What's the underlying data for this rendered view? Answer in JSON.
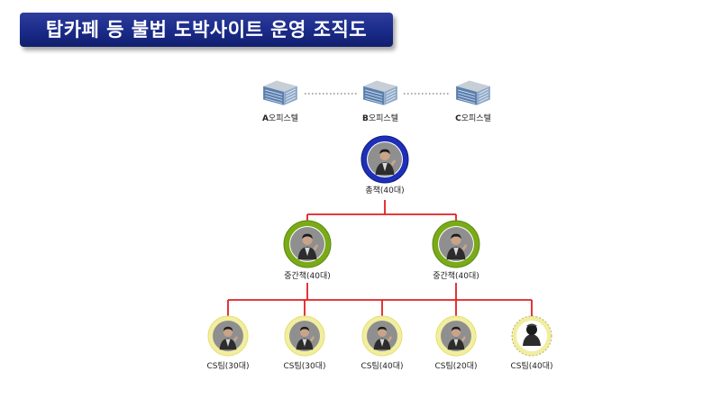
{
  "title": "탑카페 등 불법 도박사이트 운영 조직도",
  "offices": [
    {
      "label_bold": "A",
      "label_rest": "오피스텔"
    },
    {
      "label_bold": "B",
      "label_rest": "오피스텔"
    },
    {
      "label_bold": "C",
      "label_rest": "오피스텔"
    }
  ],
  "boss": {
    "label": "총책(40대)"
  },
  "middle": [
    {
      "label": "중간책(40대)"
    },
    {
      "label": "중간책(40대)"
    }
  ],
  "cs_teams": [
    {
      "label": "CS팀(30대)"
    },
    {
      "label": "CS팀(30대)"
    },
    {
      "label": "CS팀(40대)"
    },
    {
      "label": "CS팀(20대)"
    },
    {
      "label": "CS팀(40대)"
    }
  ],
  "colors": {
    "title_bg": "#1a2a88",
    "connector": "#e02020",
    "boss_ring": "#1e2fb8",
    "middle_ring": "#7aaa18",
    "cs_ring": "#f2eea0"
  }
}
